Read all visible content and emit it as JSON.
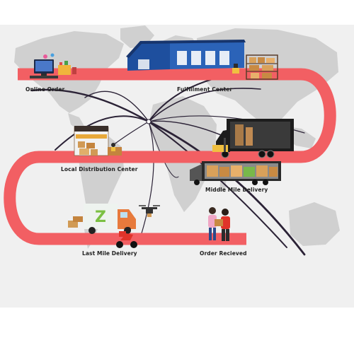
{
  "stages": [
    {
      "id": "online-order",
      "label": "Online Order"
    },
    {
      "id": "fulfillment-center",
      "label": "Fulfillment Center"
    },
    {
      "id": "local-distribution-center",
      "label": "Local Distribution Center"
    },
    {
      "id": "middle-mile-delivery",
      "label": "Middle Mile Delivery"
    },
    {
      "id": "last-mile-delivery",
      "label": "Last Mile Delivery"
    },
    {
      "id": "order-received",
      "label": "Order Recieved"
    }
  ],
  "van_logo_text": "Z",
  "colors": {
    "road": "#f25f63",
    "map": "#d0d0d0",
    "map_bg": "#f0f0f0",
    "routes": "#2b2236",
    "warehouse_blue": "#2b63b8",
    "truck_black": "#1c1c1c"
  }
}
